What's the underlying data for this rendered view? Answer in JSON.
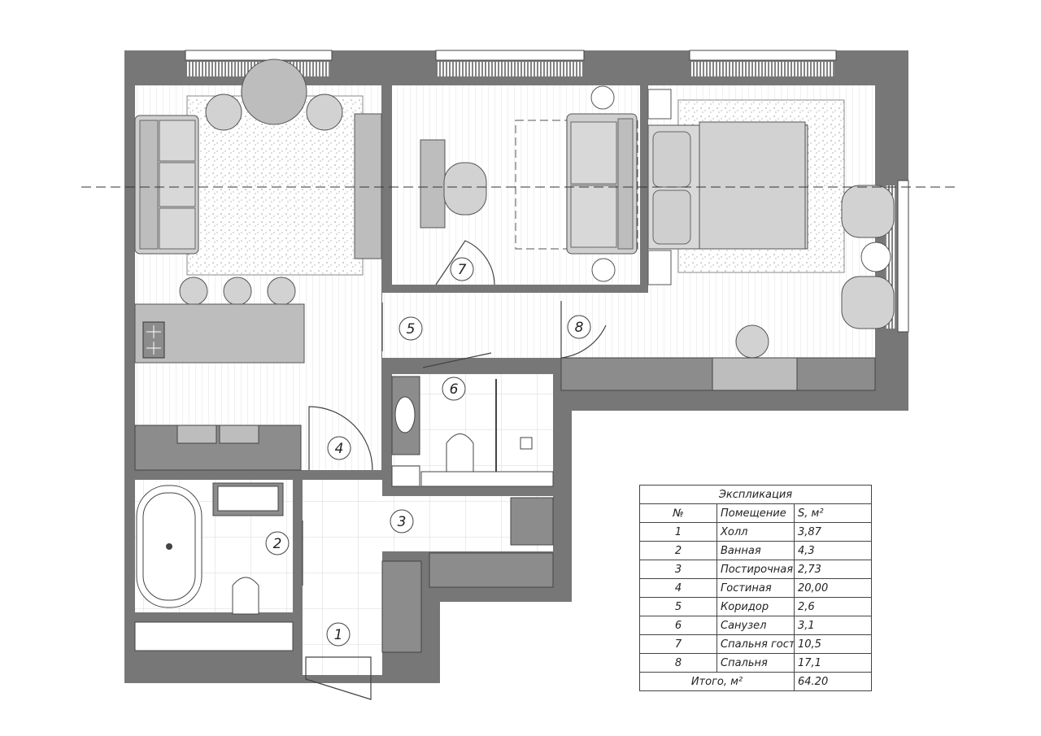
{
  "colors": {
    "wall": "#777777",
    "wall_dark": "#6e6e6e",
    "furniture": "#bdbdbd",
    "furniture_dark": "#8c8c8c",
    "floor_line": "#e2e2e2",
    "tile": "#d7d7d7",
    "rug_dot": "#999999",
    "line": "#444444"
  },
  "icons": [
    "door-swing-icon",
    "window-icon",
    "bathtub-icon",
    "toilet-icon",
    "sink-icon",
    "cooktop-icon",
    "chair-icon",
    "bed-icon",
    "sofa-icon",
    "plant-icon"
  ],
  "rooms": [
    {
      "number": "1"
    },
    {
      "number": "2"
    },
    {
      "number": "3"
    },
    {
      "number": "4"
    },
    {
      "number": "5"
    },
    {
      "number": "6"
    },
    {
      "number": "7"
    },
    {
      "number": "8"
    }
  ],
  "explication": {
    "title": "Экспликация",
    "headers": {
      "num": "№",
      "name": "Помещение",
      "area": "S, м²"
    },
    "rows": [
      {
        "num": "1",
        "name": "Холл",
        "area": "3,87"
      },
      {
        "num": "2",
        "name": "Ванная",
        "area": "4,3"
      },
      {
        "num": "3",
        "name": "Постирочная",
        "area": "2,73"
      },
      {
        "num": "4",
        "name": "Гостиная",
        "area": "20,00"
      },
      {
        "num": "5",
        "name": "Коридор",
        "area": "2,6"
      },
      {
        "num": "6",
        "name": "Санузел",
        "area": "3,1"
      },
      {
        "num": "7",
        "name": "Спальня гостевая",
        "area": "10,5"
      },
      {
        "num": "8",
        "name": "Спальня",
        "area": "17,1"
      }
    ],
    "total": {
      "label": "Итого, м²",
      "value": "64.20"
    }
  }
}
